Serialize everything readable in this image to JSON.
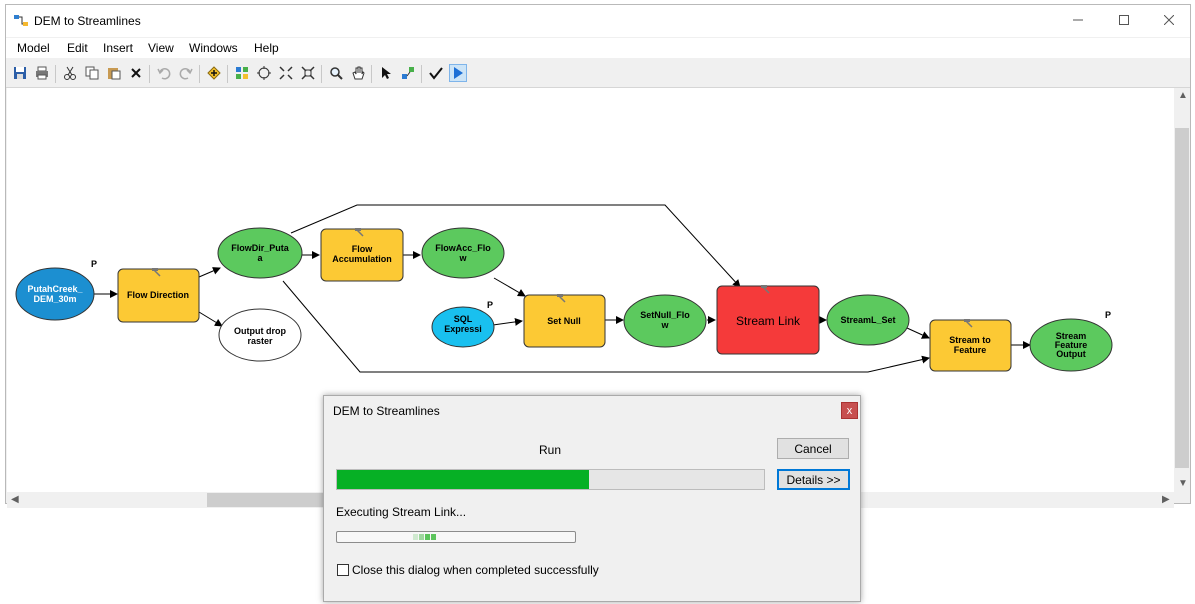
{
  "window": {
    "title": "DEM to Streamlines",
    "icon": "model-icon"
  },
  "window_controls": [
    "minimize-icon",
    "maximize-icon",
    "close-icon"
  ],
  "menu": [
    "Model",
    "Edit",
    "Insert",
    "View",
    "Windows",
    "Help"
  ],
  "toolbar": {
    "icons": [
      "save-icon",
      "print-icon",
      "cut-icon",
      "copy-icon",
      "paste-icon",
      "delete-icon",
      "undo-icon",
      "redo-icon",
      "add-data-icon",
      "auto-layout-icon",
      "full-extent-icon",
      "fixed-zoom-in-icon",
      "fixed-zoom-out-icon",
      "zoom-icon",
      "pan-icon",
      "select-icon",
      "connect-icon",
      "validate-icon",
      "run-icon"
    ]
  },
  "model": {
    "nodes": {
      "putah": {
        "line1": "PutahCreek_",
        "line2": "DEM_30m",
        "param": "P"
      },
      "flow_direction": {
        "line1": "Flow Direction"
      },
      "flowdir_out": {
        "line1": "FlowDir_Puta",
        "line2": "a"
      },
      "output_drop": {
        "line1": "Output drop",
        "line2": "raster"
      },
      "flow_accumulation": {
        "line1": "Flow",
        "line2": "Accumulation"
      },
      "flowacc_out": {
        "line1": "FlowAcc_Flo",
        "line2": "w"
      },
      "sql": {
        "line1": "SQL",
        "line2": "Expressi",
        "param": "P"
      },
      "set_null": {
        "line1": "Set Null"
      },
      "setnull_out": {
        "line1": "SetNull_Flo",
        "line2": "w"
      },
      "stream_link": {
        "line1": "Stream Link"
      },
      "streaml_out": {
        "line1": "StreamL_Set"
      },
      "stream_to_feature": {
        "line1": "Stream to",
        "line2": "Feature"
      },
      "stream_feature_output": {
        "line1": "Stream",
        "line2": "Feature",
        "line3": "Output",
        "param": "P"
      }
    },
    "colors": {
      "input": "#1c8fd1",
      "tool": "#fcc934",
      "output": "#5cc95e",
      "running": "#f53a3a",
      "variable": "#19c0ef"
    }
  },
  "dialog": {
    "title": "DEM to Streamlines",
    "close_label": "x",
    "status": "Run",
    "cancel": "Cancel",
    "details": "Details >>",
    "progress": 0.59,
    "executing": "Executing Stream Link...",
    "checkbox_label": "Close this dialog when completed successfully",
    "checkbox_checked": false
  }
}
